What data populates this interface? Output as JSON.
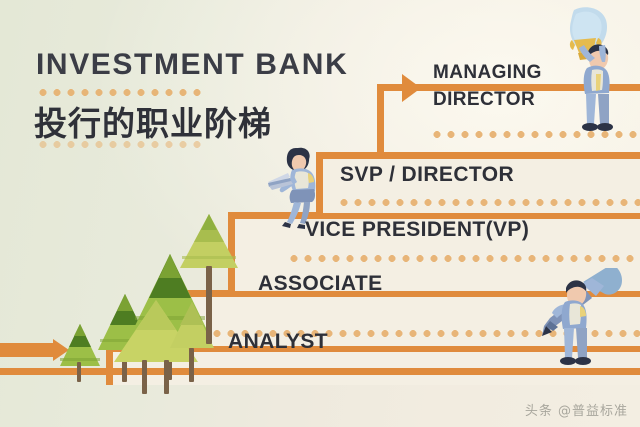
{
  "meta": {
    "theme": {
      "background": "#e6e9da",
      "accent_orange": "#e08b3c",
      "dot_orange": "#e7b272",
      "text_dark": "#2e3038",
      "step_fill": "#f4efe3",
      "tree_green_dark": "#5c8a2a",
      "tree_green_mid": "#8fb040",
      "tree_green_light": "#c3cf62",
      "suit_blue": "#8fa8cf",
      "trophy_gold": "#e8c45a"
    }
  },
  "title": {
    "english": "INVESTMENT BANK",
    "chinese": "投行的职业阶梯"
  },
  "ladder": {
    "steps": [
      {
        "label": "ANALYST",
        "level": 1
      },
      {
        "label": "ASSOCIATE",
        "level": 2
      },
      {
        "label": "VICE PRESIDENT(VP)",
        "level": 3
      },
      {
        "label": "SVP / DIRECTOR",
        "level": 4
      }
    ],
    "top": {
      "label_line1": "MANAGING",
      "label_line2": "DIRECTOR"
    }
  },
  "figures": [
    {
      "name": "woman-with-laptop",
      "position": "vice-president-step"
    },
    {
      "name": "man-with-trophy",
      "position": "managing-director-top"
    },
    {
      "name": "man-with-pen",
      "position": "bottom-right-ground"
    }
  ],
  "decor": {
    "trees_count": 6,
    "start_arrow": "arrow-right",
    "top_arrow": "arrow-right"
  },
  "watermark": {
    "text": "头条 @普益标准"
  }
}
